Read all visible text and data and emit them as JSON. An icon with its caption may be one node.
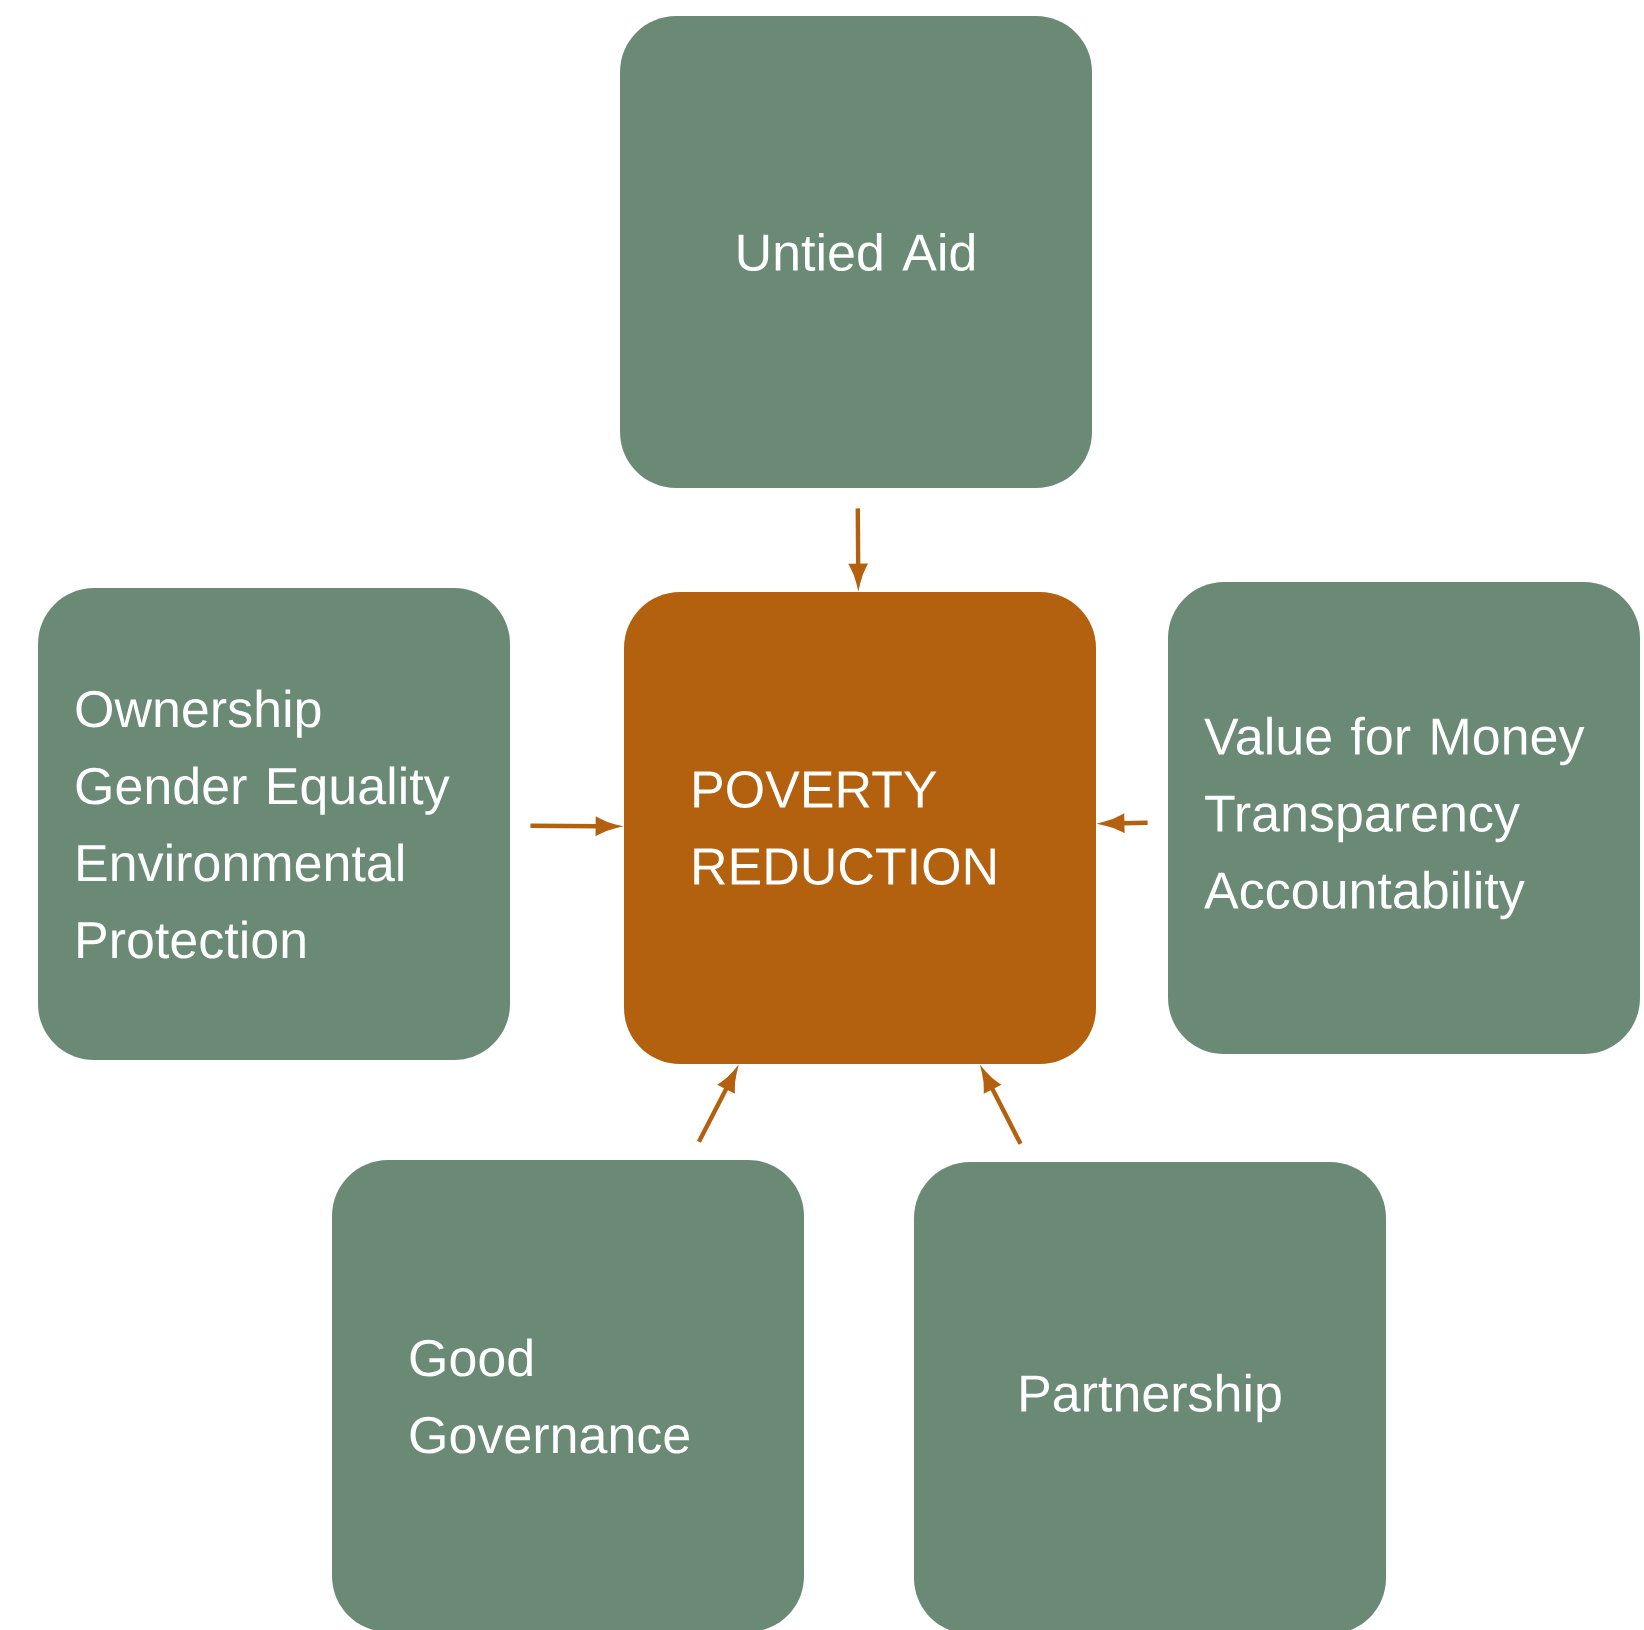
{
  "diagram": {
    "nodes": [
      {
        "text": [
          "POVERTY REDUCTION"
        ]
      },
      {
        "text": [
          "Untied Aid"
        ]
      },
      {
        "text": [
          "Ownership",
          "Gender Equality",
          "Environmental Protection"
        ]
      },
      {
        "text": [
          "Value for Money",
          "Transparency",
          "Accountability"
        ]
      },
      {
        "text": [
          "Good Governance"
        ]
      },
      {
        "text": [
          "Partnership"
        ]
      }
    ],
    "edges": [
      {
        "from": 1,
        "to": 0,
        "arrow": "to"
      },
      {
        "from": 2,
        "to": 0,
        "arrow": "to"
      },
      {
        "from": 3,
        "to": 0,
        "arrow": "to"
      },
      {
        "from": 4,
        "to": 0,
        "arrow": "to"
      },
      {
        "from": 5,
        "to": 0,
        "arrow": "to"
      }
    ]
  }
}
